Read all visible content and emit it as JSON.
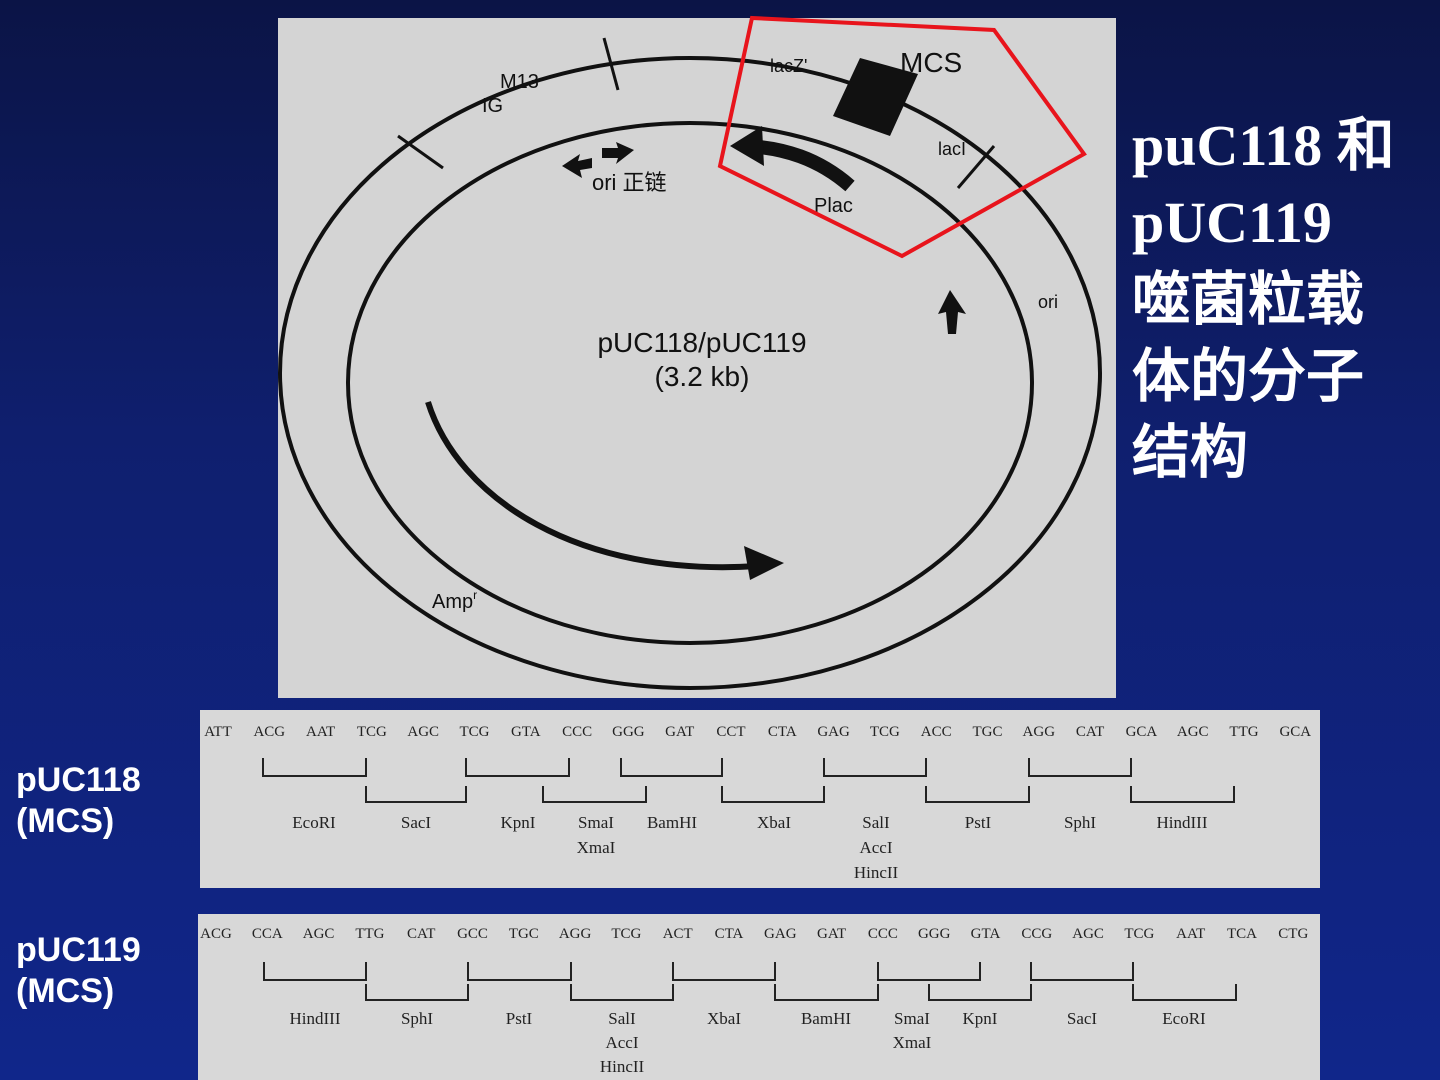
{
  "title": {
    "line1": "puC118 和",
    "line2": "pUC119",
    "line3": "噬菌粒载",
    "line4": "体的分子",
    "line5": "结构"
  },
  "map": {
    "name": "pUC118/pUC119",
    "size": "(3.2 kb)",
    "labels": {
      "m13": "M13",
      "ig": "IG",
      "lacz": "lacZ'",
      "mcs": "MCS",
      "laci": "lacI",
      "plac": "Plac",
      "ori_right": "ori",
      "ori_strand": "ori 正链",
      "amp": "Amp",
      "amp_sup": "r"
    },
    "highlight_color": "#e8141c"
  },
  "puc118": {
    "label_line1": "pUC118",
    "label_line2": "(MCS)",
    "codons": [
      "ATT",
      "ACG",
      "AAT",
      "TCG",
      "AGC",
      "TCG",
      "GTA",
      "CCC",
      "GGG",
      "GAT",
      "CCT",
      "CTA",
      "GAG",
      "TCG",
      "ACC",
      "TGC",
      "AGG",
      "CAT",
      "GCA",
      "AGC",
      "TTG",
      "GCA"
    ],
    "sites": [
      "EcoRI",
      "SacI",
      "KpnI",
      "SmaI",
      "BamHI",
      "XbaI",
      "SalI",
      "PstI",
      "SphI",
      "HindIII"
    ],
    "sub_sites": {
      "xmai": "XmaI",
      "acci": "AccI",
      "hincii": "HincII"
    }
  },
  "puc119": {
    "label_line1": "pUC119",
    "label_line2": "(MCS)",
    "codons": [
      "ACG",
      "CCA",
      "AGC",
      "TTG",
      "CAT",
      "GCC",
      "TGC",
      "AGG",
      "TCG",
      "ACT",
      "CTA",
      "GAG",
      "GAT",
      "CCC",
      "GGG",
      "GTA",
      "CCG",
      "AGC",
      "TCG",
      "AAT",
      "TCA",
      "CTG"
    ],
    "sites": [
      "HindIII",
      "SphI",
      "PstI",
      "SalI",
      "XbaI",
      "BamHI",
      "SmaI",
      "KpnI",
      "SacI",
      "EcoRI"
    ],
    "sub_sites": {
      "acci": "AccI",
      "hincii": "HincII",
      "xmai": "XmaI"
    }
  }
}
